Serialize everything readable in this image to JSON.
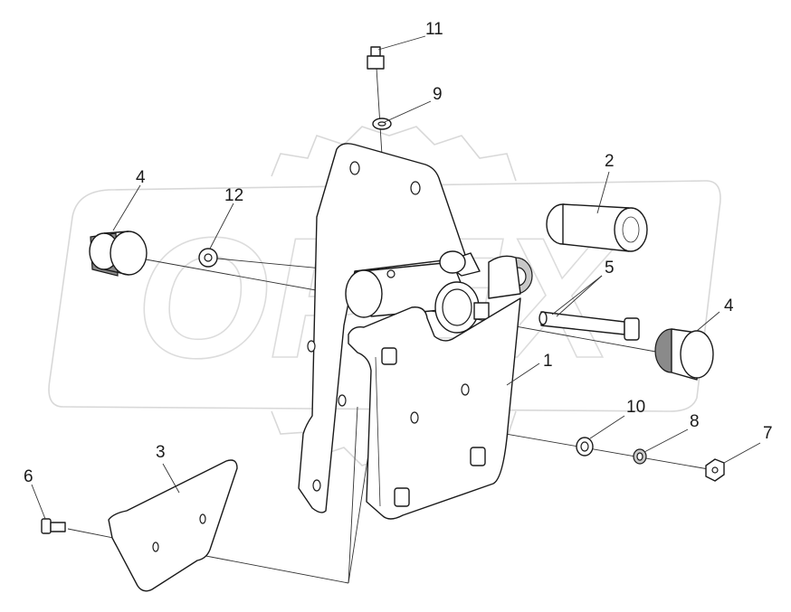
{
  "callouts": [
    {
      "id": "c1",
      "label": "1"
    },
    {
      "id": "c2",
      "label": "2"
    },
    {
      "id": "c3",
      "label": "3"
    },
    {
      "id": "c4a",
      "label": "4"
    },
    {
      "id": "c4b",
      "label": "4"
    },
    {
      "id": "c5",
      "label": "5"
    },
    {
      "id": "c6",
      "label": "6"
    },
    {
      "id": "c7",
      "label": "7"
    },
    {
      "id": "c8",
      "label": "8"
    },
    {
      "id": "c9",
      "label": "9"
    },
    {
      "id": "c10",
      "label": "10"
    },
    {
      "id": "c11",
      "label": "11"
    },
    {
      "id": "c12",
      "label": "12"
    }
  ],
  "watermark": {
    "text": "OPEX",
    "color": "#d8d8d8"
  },
  "colors": {
    "line": "#1a1a1a",
    "shade": "#8a8a8a",
    "leader": "#333333"
  }
}
